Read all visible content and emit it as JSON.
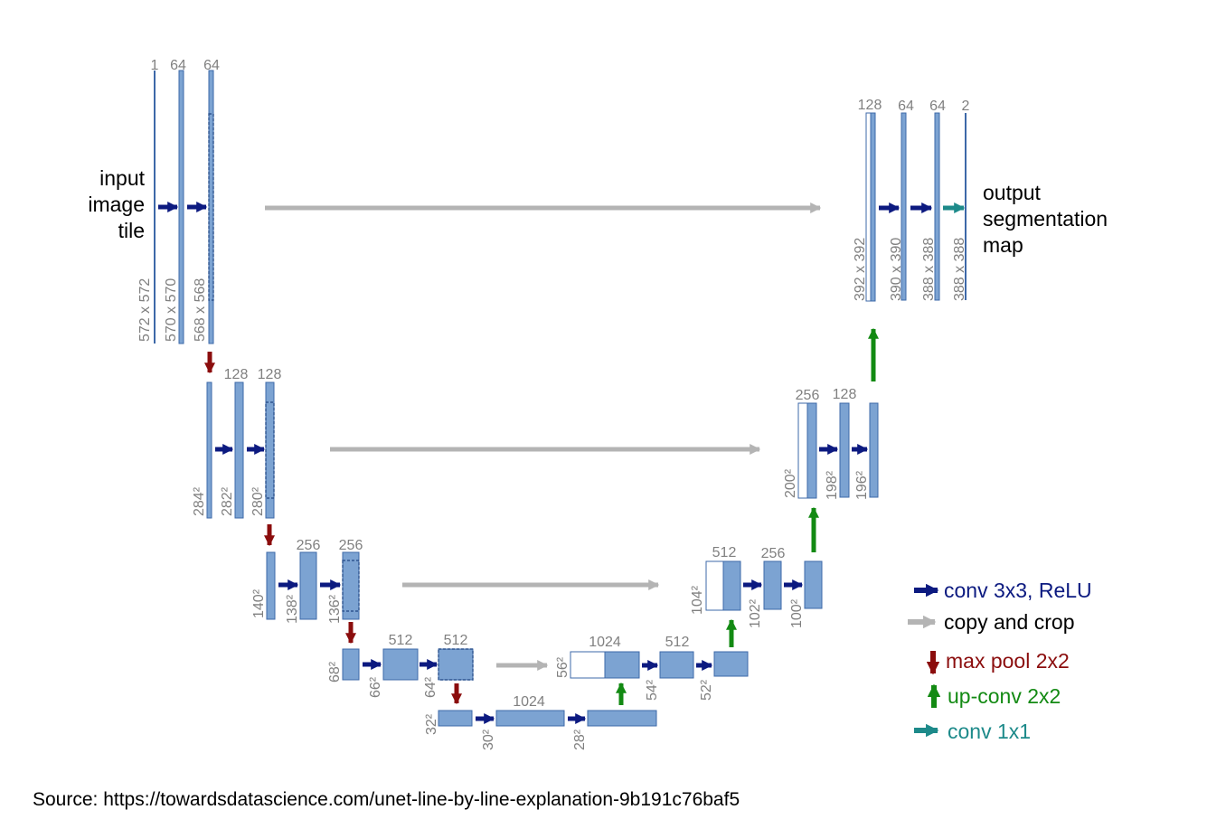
{
  "colors": {
    "conv_arrow": "#0c1a80",
    "copy_arrow": "#b4b4b4",
    "pool_arrow": "#8b0d0d",
    "upconv_arrow": "#138a13",
    "conv1x1_arrow": "#1d8a8a",
    "feature_map": "#7ca3d2",
    "label_grey": "#808080"
  },
  "input_label": [
    "input",
    "image",
    "tile"
  ],
  "output_label": [
    "output",
    "segmentation",
    "map"
  ],
  "levels": {
    "l1": {
      "ch": [
        "1",
        "64",
        "64"
      ],
      "dims": [
        "572 x 572",
        "570 x 570",
        "568 x 568"
      ]
    },
    "l2": {
      "ch": [
        "128",
        "128"
      ],
      "dims": [
        "284²",
        "282²",
        "280²"
      ]
    },
    "l3": {
      "ch": [
        "256",
        "256"
      ],
      "dims": [
        "140²",
        "138²",
        "136²"
      ]
    },
    "l4": {
      "ch": [
        "512",
        "512"
      ],
      "dims": [
        "68²",
        "66²",
        "64²"
      ]
    },
    "l5": {
      "ch": [
        "1024"
      ],
      "dims": [
        "32²",
        "30²",
        "28²"
      ]
    },
    "u4": {
      "ch": [
        "1024",
        "512"
      ],
      "dims": [
        "56²",
        "54²",
        "52²"
      ]
    },
    "u3": {
      "ch": [
        "512",
        "256"
      ],
      "dims": [
        "104²",
        "102²",
        "100²"
      ]
    },
    "u2": {
      "ch": [
        "256",
        "128"
      ],
      "dims": [
        "200²",
        "198²",
        "196²"
      ]
    },
    "u1": {
      "ch": [
        "128",
        "64",
        "64",
        "2"
      ],
      "dims": [
        "392 x 392",
        "390 x 390",
        "388 x 388",
        "388 x 388"
      ]
    }
  },
  "legend": {
    "conv": "conv 3x3, ReLU",
    "copy": "copy and crop",
    "pool": "max pool 2x2",
    "upconv": "up-conv 2x2",
    "conv1x1": "conv 1x1"
  },
  "source": "Source: https://towardsdatascience.com/unet-line-by-line-explanation-9b191c76baf5"
}
